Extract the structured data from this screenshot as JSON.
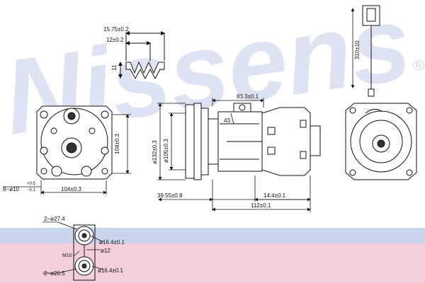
{
  "watermark": {
    "text": "Nissens",
    "registered": "®",
    "color": "#9fb2dd"
  },
  "band_colors": {
    "blue": "#c9d5ec",
    "pink": "#f3cfd9"
  },
  "connector_detail": {
    "dim_overall": "15.75±0.2",
    "dim_pitch": "12±0.2",
    "dim_height": "11"
  },
  "front_view": {
    "dim_height": "104±0.3",
    "dim_width": "104±0.3",
    "dim_mount_holes": "8−ø10",
    "dim_mount_tol_upper": "+0.5",
    "dim_mount_tol_lower": "−0.1"
  },
  "side_view": {
    "dim_top_length": "83.3±0.1",
    "dim_angle": "43",
    "dim_pulley_dia": "ø132±0.3",
    "dim_inner_dia": "ø105±0.3",
    "dim_front_offset": "39.55±0.8",
    "dim_hub": "14.4±0.1",
    "dim_total_length": "112±0.1"
  },
  "rear_view": {
    "dim_wire_length": "310±10"
  },
  "port_detail": {
    "port1_label": "2−ø27.4",
    "port1_dia": "ø16.4±0.1",
    "inner_dia": "ø12",
    "thread": "M10",
    "port2_label": "2−ø20.5",
    "port2_dia": "ø16.4±0.1"
  }
}
